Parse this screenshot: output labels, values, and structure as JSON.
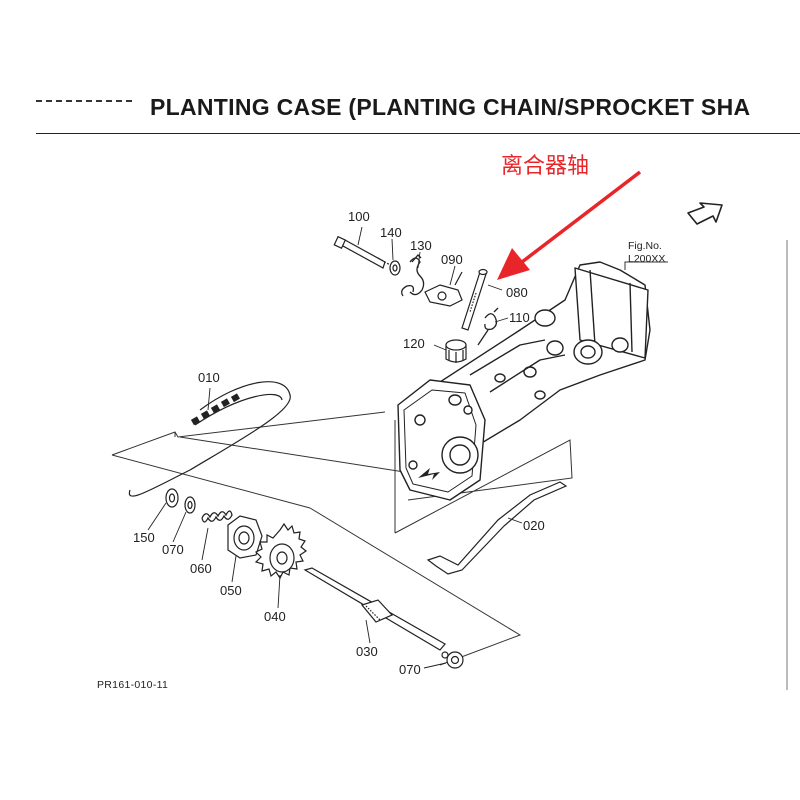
{
  "header": {
    "title": "PLANTING CASE (PLANTING CHAIN/SPROCKET SHA"
  },
  "annotation": {
    "text": "离合器轴",
    "color": "#e8262a"
  },
  "figure": {
    "fig_no_label": "Fig.No.",
    "fig_no_value": "L200XX",
    "footer_code": "PR161-010-11"
  },
  "parts": [
    {
      "label": "100"
    },
    {
      "label": "140"
    },
    {
      "label": "130"
    },
    {
      "label": "090"
    },
    {
      "label": "080"
    },
    {
      "label": "110"
    },
    {
      "label": "120"
    },
    {
      "label": "010"
    },
    {
      "label": "020"
    },
    {
      "label": "150"
    },
    {
      "label": "070"
    },
    {
      "label": "060"
    },
    {
      "label": "050"
    },
    {
      "label": "040"
    },
    {
      "label": "030"
    },
    {
      "label": "070"
    }
  ],
  "icons": [
    "direction-arrow-icon"
  ]
}
